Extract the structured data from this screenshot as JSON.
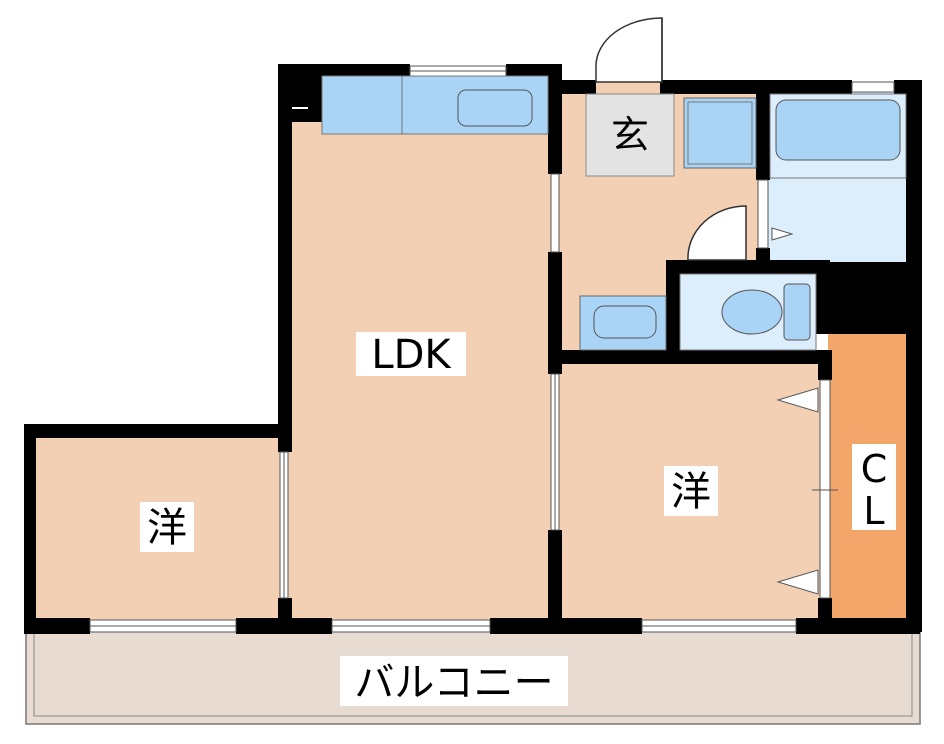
{
  "rooms": {
    "ldk": "LDK",
    "western_left": "洋",
    "western_right": "洋",
    "entrance": "玄",
    "closet_line1": "C",
    "closet_line2": "L",
    "balcony": "バルコニー"
  },
  "colors": {
    "floor": "#f3cfb3",
    "wall": "#000000",
    "fixture": "#a9d4f5",
    "fixture_light": "#dcedfb",
    "closet": "#f3a66a",
    "balcony": "#e8dcd2",
    "entrance_floor": "#e3e3e3"
  }
}
